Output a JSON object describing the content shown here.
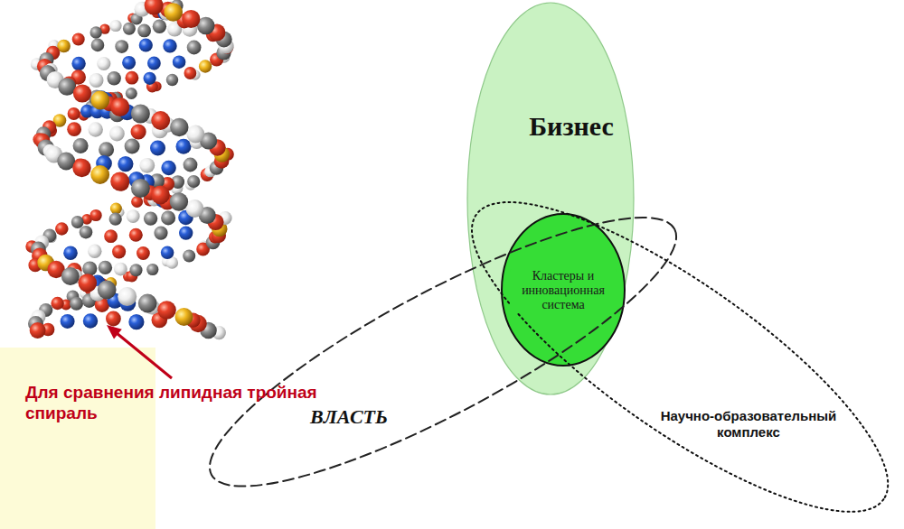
{
  "diagram": {
    "nodes": [
      {
        "text": [
          "Бизнес"
        ]
      },
      {
        "text": [
          "Кластеры и инновационная система"
        ],
        "in": 0
      },
      {
        "text": [
          "ВЛАСТЬ"
        ]
      },
      {
        "text": [
          "Научно-образовательный комплекс"
        ]
      }
    ],
    "labels": [
      "Для сравнения липидная тройная спираль"
    ]
  }
}
